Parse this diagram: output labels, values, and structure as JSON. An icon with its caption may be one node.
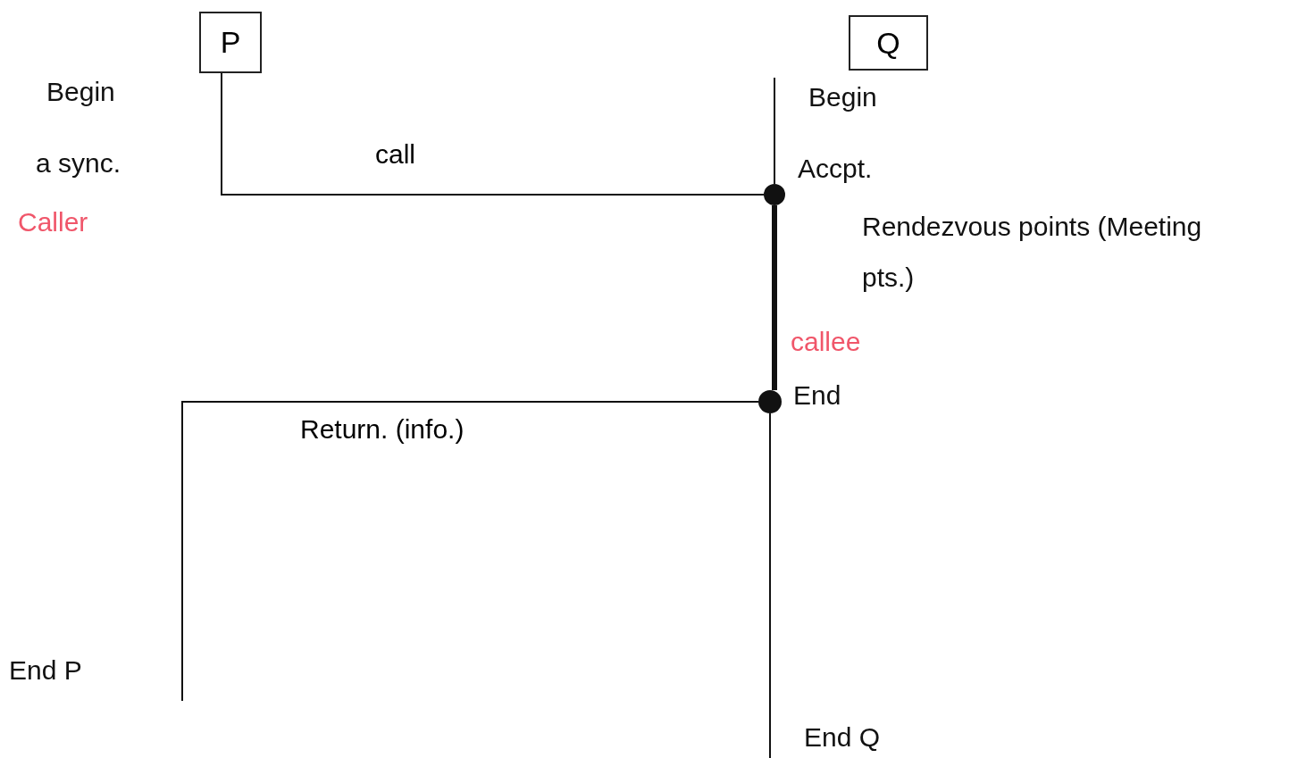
{
  "diagram": {
    "nodes": [
      {
        "text": [
          "P"
        ]
      },
      {
        "text": [
          "Q"
        ]
      },
      {
        "text": [],
        "shape": "circle"
      },
      {
        "text": [],
        "shape": "circle"
      }
    ],
    "edges": [
      {
        "from": 0,
        "to": 2,
        "arrow": "none",
        "label": "call"
      },
      {
        "from": null,
        "to": 2,
        "arrow": "none"
      },
      {
        "from": 2,
        "to": 3,
        "arrow": "none",
        "style": "thick"
      },
      {
        "from": 3,
        "to": null,
        "arrow": "none"
      },
      {
        "from": 3,
        "to": null,
        "arrow": "none",
        "label": "Return. (info.)"
      }
    ],
    "labels": [
      "Begin",
      "a sync.",
      "Caller",
      "Begin",
      "Accpt.",
      "Rendezvous points (Meeting pts.)",
      "callee",
      "End",
      "End P",
      "End Q"
    ]
  }
}
